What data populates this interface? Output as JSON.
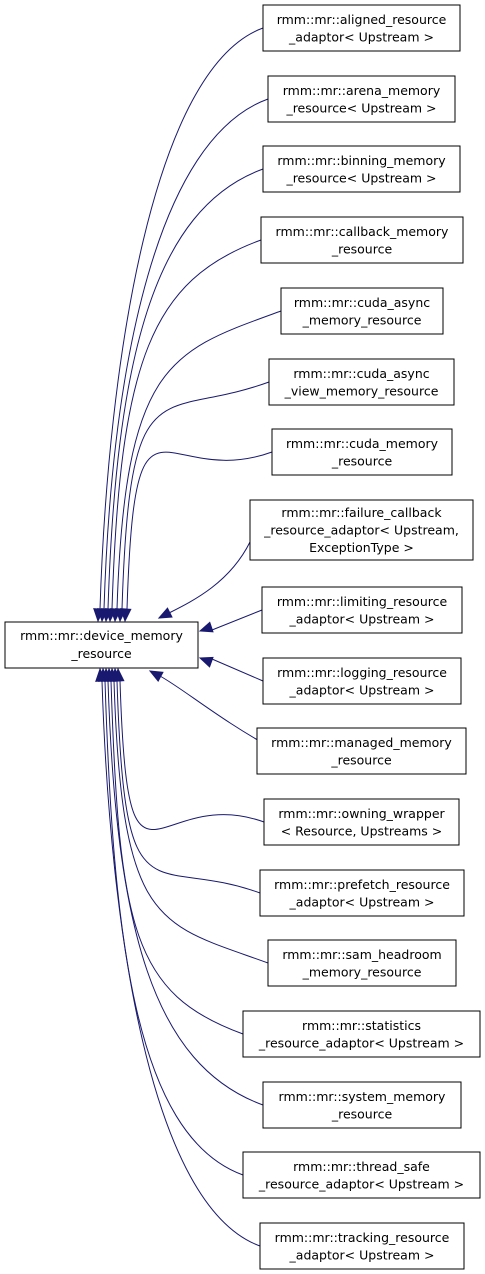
{
  "base_class": {
    "line1": "rmm::mr::device_memory",
    "line2": "_resource"
  },
  "derived_classes": [
    {
      "lines": [
        "rmm::mr::aligned_resource",
        "_adaptor< Upstream >"
      ]
    },
    {
      "lines": [
        "rmm::mr::arena_memory",
        "_resource< Upstream >"
      ]
    },
    {
      "lines": [
        "rmm::mr::binning_memory",
        "_resource< Upstream >"
      ]
    },
    {
      "lines": [
        "rmm::mr::callback_memory",
        "_resource"
      ]
    },
    {
      "lines": [
        "rmm::mr::cuda_async",
        "_memory_resource"
      ]
    },
    {
      "lines": [
        "rmm::mr::cuda_async",
        "_view_memory_resource"
      ]
    },
    {
      "lines": [
        "rmm::mr::cuda_memory",
        "_resource"
      ]
    },
    {
      "lines": [
        "rmm::mr::failure_callback",
        "_resource_adaptor< Upstream,",
        "ExceptionType >"
      ]
    },
    {
      "lines": [
        "rmm::mr::limiting_resource",
        "_adaptor< Upstream >"
      ]
    },
    {
      "lines": [
        "rmm::mr::logging_resource",
        "_adaptor< Upstream >"
      ]
    },
    {
      "lines": [
        "rmm::mr::managed_memory",
        "_resource"
      ]
    },
    {
      "lines": [
        "rmm::mr::owning_wrapper",
        "< Resource, Upstreams >"
      ]
    },
    {
      "lines": [
        "rmm::mr::prefetch_resource",
        "_adaptor< Upstream >"
      ]
    },
    {
      "lines": [
        "rmm::mr::sam_headroom",
        "_memory_resource"
      ]
    },
    {
      "lines": [
        "rmm::mr::statistics",
        "_resource_adaptor< Upstream >"
      ]
    },
    {
      "lines": [
        "rmm::mr::system_memory",
        "_resource"
      ]
    },
    {
      "lines": [
        "rmm::mr::thread_safe",
        "_resource_adaptor< Upstream >"
      ]
    },
    {
      "lines": [
        "rmm::mr::tracking_resource",
        "_adaptor< Upstream >"
      ]
    }
  ],
  "colors": {
    "edge": "#191970",
    "node_border": "#000000",
    "node_fill": "#ffffff"
  }
}
